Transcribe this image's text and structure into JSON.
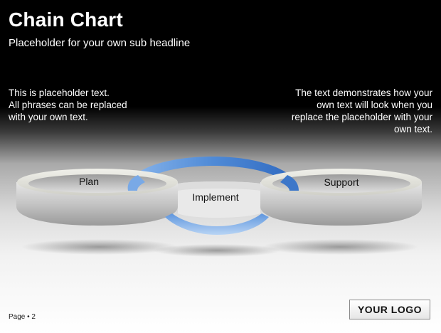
{
  "header": {
    "title": "Chain Chart",
    "subtitle": "Placeholder for your own sub headline"
  },
  "text_left": "This is placeholder text.\nAll phrases can be replaced\nwith your own text.",
  "text_right": "The text demonstrates how your\nown text will look when you\nreplace the placeholder with your\nown text.",
  "chain": {
    "links": [
      {
        "label": "Plan",
        "color": "#c8c8c8"
      },
      {
        "label": "Implement",
        "color": "#6a9fe0"
      },
      {
        "label": "Support",
        "color": "#c8c8c8"
      }
    ]
  },
  "footer": {
    "page": "Page • 2",
    "logo": "YOUR LOGO"
  }
}
